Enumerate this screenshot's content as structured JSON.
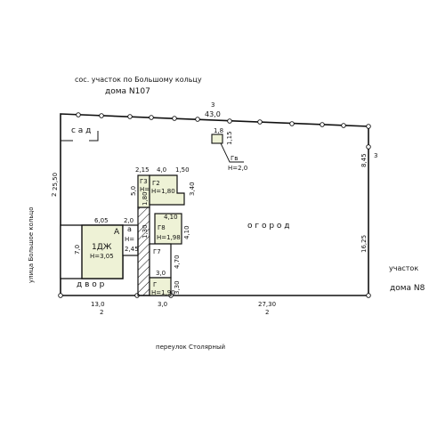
{
  "captions": {
    "neighbor_north_line1": "соc. участок  по  Большому  кольцу",
    "neighbor_north_line2": "дома  N107",
    "neighbor_east_line1": "участок",
    "neighbor_east_line2": "дома  N8",
    "street_west": "улица Большое кольцо",
    "street_south": "переулок  Столярный",
    "zone_garden": "с а д",
    "zone_yard": "д в о р",
    "zone_vegetable_garden": "о г о р о д"
  },
  "boundary": {
    "north_length": "43,0",
    "north_mark": "3",
    "east_upper_length": "8,45",
    "east_upper_mark": "3",
    "east_lower_length": "16,25",
    "west_length": "25,50",
    "west_mark": "2",
    "south_left_length": "13,0",
    "south_left_mark": "2",
    "south_mid_length": "3,0",
    "south_right_length": "27,30",
    "south_right_mark": "2"
  },
  "buildings": {
    "house_label": "1ДЖ",
    "house_height": "H=3,05",
    "house_letter": "А",
    "house_width": "6,05",
    "house_depth": "7,0",
    "annex_letter": "а",
    "annex_height": "H=",
    "annex_width": "2,0",
    "annex_depth": "2,45",
    "passage_width": "1,30",
    "g2_label": "Г2",
    "g2_height": "H=1,80",
    "g3_label": "Г3",
    "g3_height": "H=",
    "g3_height_value": "1,80",
    "g2_dims": [
      "2,15",
      "4,0",
      "1,50",
      "3,40",
      "5,0"
    ],
    "g8_label": "Г8",
    "g8_height": "H=1,98",
    "g8_dims": [
      "4,10",
      "4,10"
    ],
    "g7_label": "Г7",
    "g7_dim": "4,70",
    "g_label": "Г",
    "g_height": "H=1,90",
    "g_dims": [
      "3,0",
      "3,30"
    ],
    "gv_label": "Гв",
    "gv_height": "H=2,0",
    "gv_dims": [
      "1,8",
      "1,15"
    ]
  }
}
